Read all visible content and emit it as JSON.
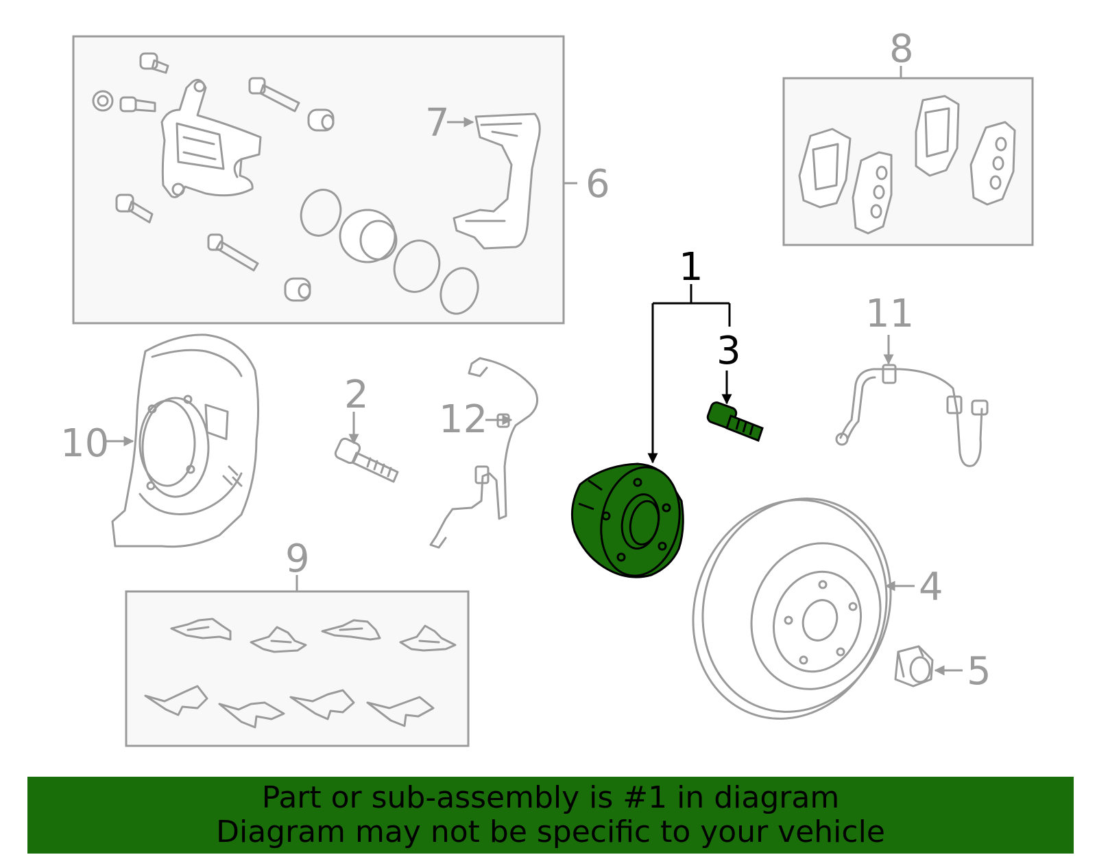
{
  "colors": {
    "highlight_green": "#1a6e0a",
    "part_gray": "#9a9a9a",
    "box_fill": "#f8f8f8"
  },
  "callouts": {
    "c1": "1",
    "c2": "2",
    "c3": "3",
    "c4": "4",
    "c5": "5",
    "c6": "6",
    "c7": "7",
    "c8": "8",
    "c9": "9",
    "c10": "10",
    "c11": "11",
    "c12": "12"
  },
  "banner": {
    "line1": "Part or sub-assembly is #1 in diagram",
    "line2": "Diagram may not be specific to your vehicle"
  }
}
